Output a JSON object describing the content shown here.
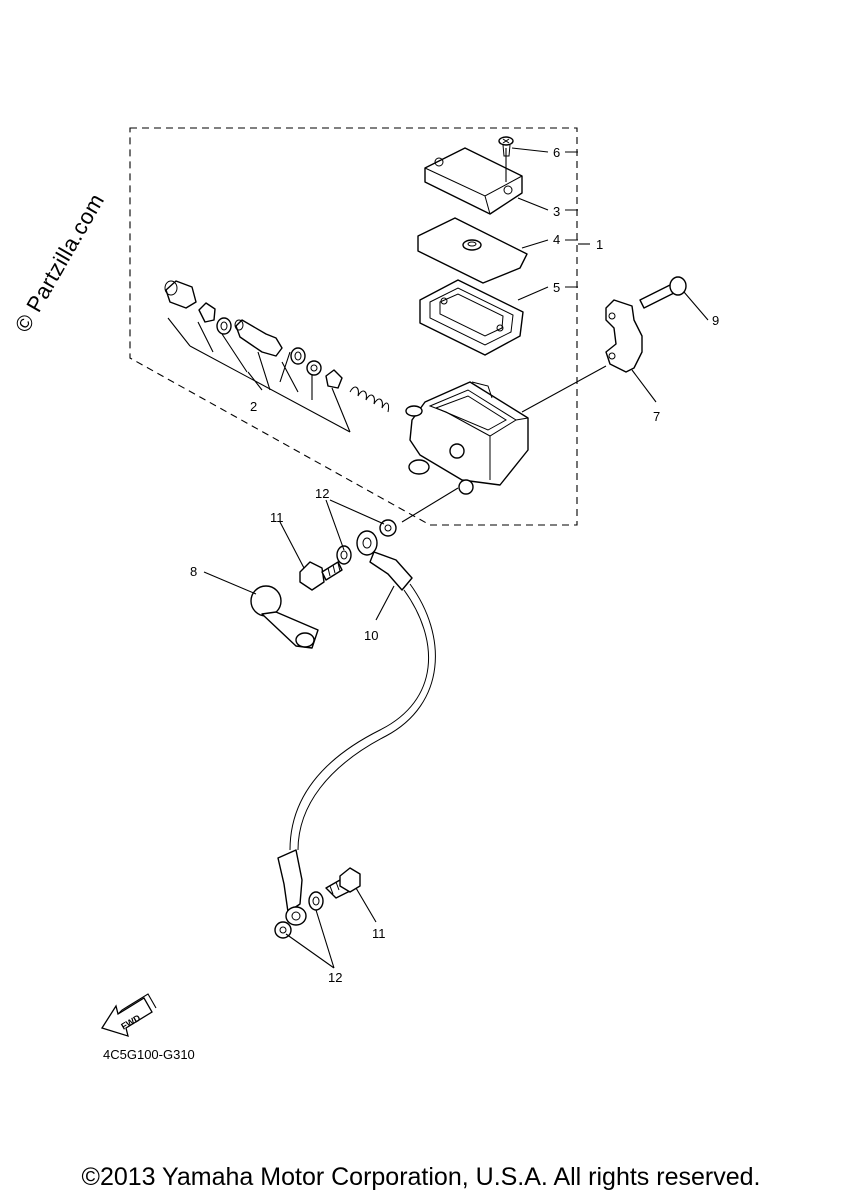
{
  "watermark": "© Partzilla.com",
  "diagram_code": "4C5G100-G310",
  "copyright": "©2013 Yamaha Motor Corporation, U.S.A. All rights reserved.",
  "fwd_label": "FWD",
  "callouts": {
    "c1": "1",
    "c2": "2",
    "c3": "3",
    "c4": "4",
    "c5": "5",
    "c6": "6",
    "c7": "7",
    "c8": "8",
    "c9": "9",
    "c10": "10",
    "c11a": "11",
    "c11b": "11",
    "c12a": "12",
    "c12b": "12"
  }
}
